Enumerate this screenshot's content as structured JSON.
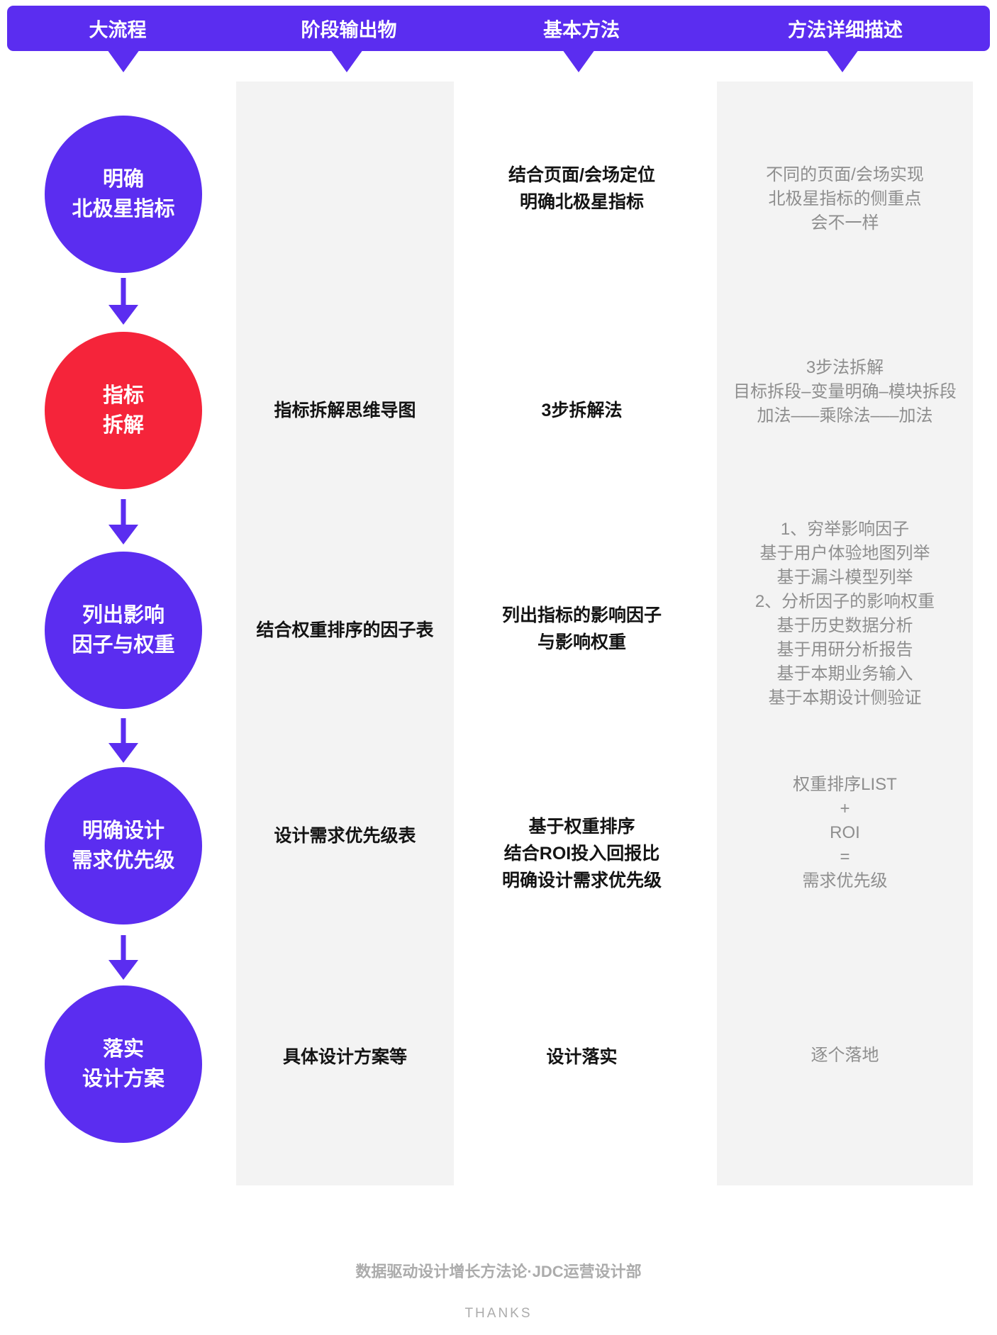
{
  "header": {
    "columns": [
      {
        "label": "大流程"
      },
      {
        "label": "阶段输出物"
      },
      {
        "label": "基本方法"
      },
      {
        "label": "方法详细描述"
      }
    ]
  },
  "flow": {
    "steps": [
      {
        "circle_label": "明确\n北极星指标",
        "circle_color": "#5B2DF0",
        "output": "",
        "method": "结合页面/会场定位\n明确北极星指标",
        "detail": "不同的页面/会场实现\n北极星指标的侧重点\n会不一样"
      },
      {
        "circle_label": "指标\n拆解",
        "circle_color": "#F5243A",
        "output": "指标拆解思维导图",
        "method": "3步拆解法",
        "detail": "3步法拆解\n目标拆段–变量明确–模块拆段\n加法–––乘除法–––加法"
      },
      {
        "circle_label": "列出影响\n因子与权重",
        "circle_color": "#5B2DF0",
        "output": "结合权重排序的因子表",
        "method": "列出指标的影响因子\n与影响权重",
        "detail": "1、穷举影响因子\n基于用户体验地图列举\n基于漏斗模型列举\n2、分析因子的影响权重\n基于历史数据分析\n基于用研分析报告\n基于本期业务输入\n基于本期设计侧验证"
      },
      {
        "circle_label": "明确设计\n需求优先级",
        "circle_color": "#5B2DF0",
        "output": "设计需求优先级表",
        "method": "基于权重排序\n结合ROI投入回报比\n明确设计需求优先级",
        "detail": "权重排序LIST\n+\nROI\n=\n需求优先级"
      },
      {
        "circle_label": "落实\n设计方案",
        "circle_color": "#5B2DF0",
        "output": "具体设计方案等",
        "method": "设计落实",
        "detail": "逐个落地"
      }
    ]
  },
  "footer": {
    "line1": "数据驱动设计增长方法论·JDC运营设计部",
    "line2": "THANKS"
  },
  "colors": {
    "accent_purple": "#5B2DF0",
    "accent_red": "#F5243A",
    "column_background": "#F3F3F3",
    "detail_text": "#8E8E8E",
    "footer_text": "#ACACAC"
  }
}
